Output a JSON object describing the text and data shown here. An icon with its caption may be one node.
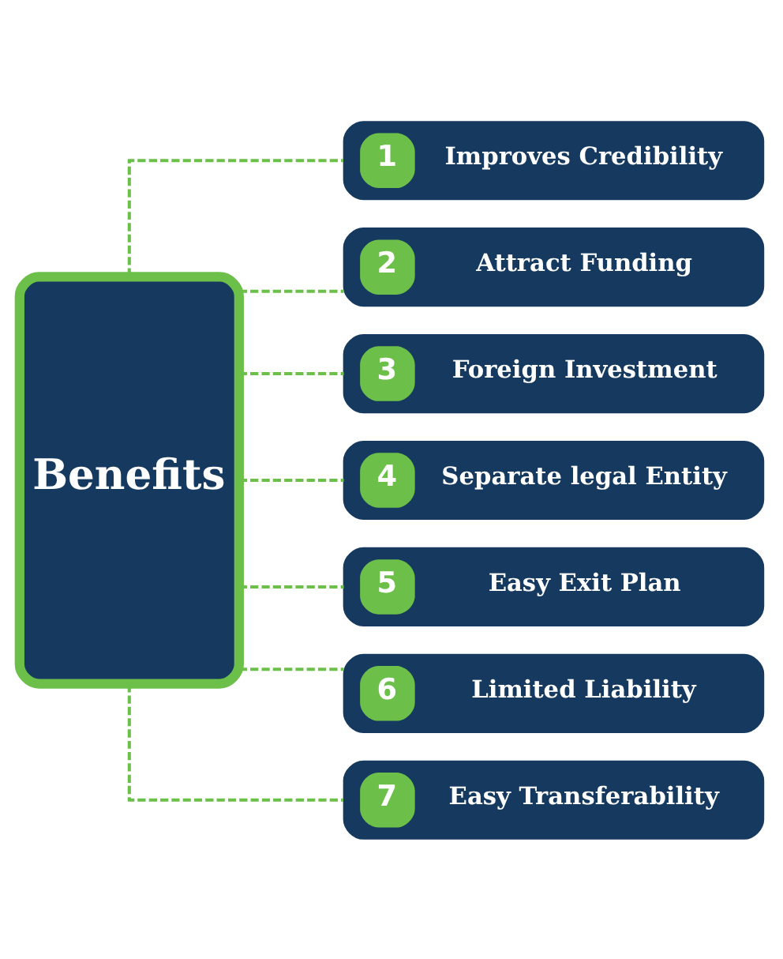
{
  "diagram": {
    "nodes": [
      {
        "text": [
          "Benefits"
        ]
      },
      {
        "text": [
          "1",
          "Improves Credibility"
        ]
      },
      {
        "text": [
          "2",
          "Attract Funding"
        ]
      },
      {
        "text": [
          "3",
          "Foreign Investment"
        ]
      },
      {
        "text": [
          "4",
          "Separate legal Entity"
        ]
      },
      {
        "text": [
          "5",
          "Easy Exit Plan"
        ]
      },
      {
        "text": [
          "6",
          "Limited Liability"
        ]
      },
      {
        "text": [
          "7",
          "Easy Transferability"
        ]
      }
    ],
    "edges": [
      {
        "from": 0,
        "to": 1,
        "arrow": "none",
        "style": "dashed"
      },
      {
        "from": 0,
        "to": 2,
        "arrow": "none",
        "style": "dashed"
      },
      {
        "from": 0,
        "to": 3,
        "arrow": "none",
        "style": "dashed"
      },
      {
        "from": 0,
        "to": 4,
        "arrow": "none",
        "style": "dashed"
      },
      {
        "from": 0,
        "to": 5,
        "arrow": "none",
        "style": "dashed"
      },
      {
        "from": 0,
        "to": 6,
        "arrow": "none",
        "style": "dashed"
      },
      {
        "from": 0,
        "to": 7,
        "arrow": "none",
        "style": "dashed"
      }
    ]
  }
}
